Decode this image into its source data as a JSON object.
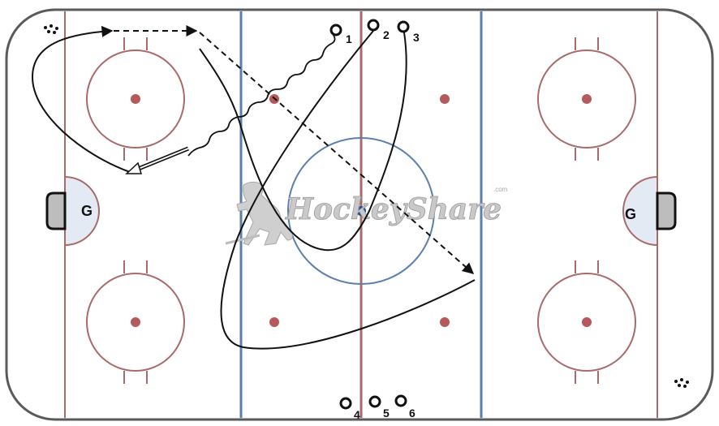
{
  "watermark": {
    "text": "HockeyShare",
    "suffix": ".com"
  },
  "goalies": [
    {
      "label": "G"
    },
    {
      "label": "G"
    }
  ],
  "players": [
    {
      "label": "1"
    },
    {
      "label": "2"
    },
    {
      "label": "3"
    },
    {
      "label": "4"
    },
    {
      "label": "5"
    },
    {
      "label": "6"
    }
  ],
  "colors": {
    "rink_outline": "#444444",
    "red_line": "#a86a6a",
    "blue_line": "#5b7fae",
    "faceoff_dot": "#b55a5a",
    "center_dot": "#1f4fa0",
    "crease": "#e3eaf3",
    "path": "#111111"
  }
}
